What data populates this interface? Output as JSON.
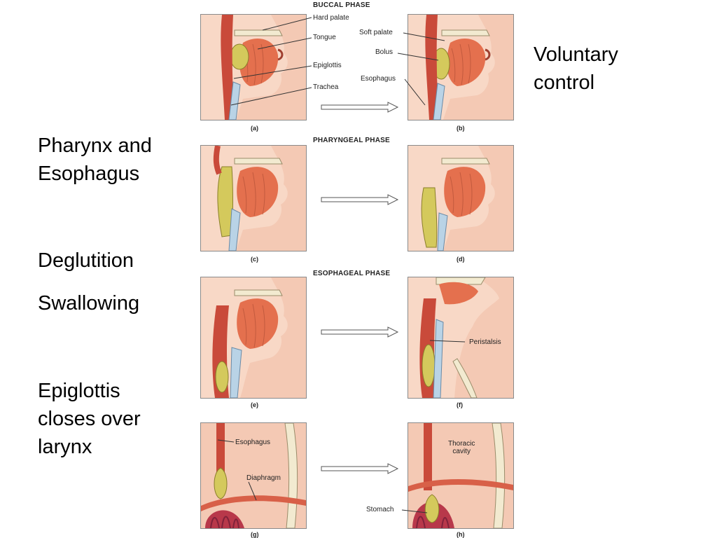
{
  "side_text": {
    "voluntary": "Voluntary\ncontrol",
    "pharynx": "Pharynx and\nEsophagus",
    "deglutition": "Deglutition",
    "swallowing": "Swallowing",
    "epiglottis": "Epiglottis\ncloses over\nlarynx"
  },
  "phases": {
    "buccal": "BUCCAL PHASE",
    "pharyngeal": "PHARYNGEAL PHASE",
    "esophageal": "ESOPHAGEAL PHASE"
  },
  "captions": {
    "a": "(a)",
    "b": "(b)",
    "c": "(c)",
    "d": "(d)",
    "e": "(e)",
    "f": "(f)",
    "g": "(g)",
    "h": "(h)"
  },
  "callouts": {
    "hard_palate": "Hard palate",
    "tongue": "Tongue",
    "epiglottis": "Epiglottis",
    "trachea": "Trachea",
    "soft_palate": "Soft palate",
    "bolus": "Bolus",
    "esophagus_b": "Esophagus",
    "peristalsis": "Peristalsis",
    "esophagus_g": "Esophagus",
    "diaphragm": "Diaphragm",
    "thoracic_cavity": "Thoracic\ncavity",
    "stomach": "Stomach"
  },
  "colors": {
    "tissue": "#f4c9b4",
    "muscle": "#e4704e",
    "bolus": "#d4c95c",
    "cartilage": "#b9d3e6",
    "bone": "#f2ead0"
  }
}
